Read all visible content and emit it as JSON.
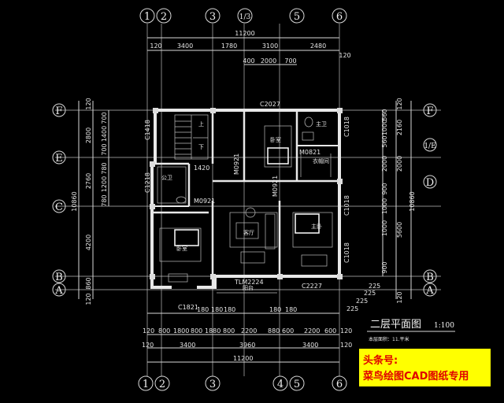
{
  "drawing": {
    "title": "二层平面图",
    "scale": "1:100",
    "note": "本层面积：11.平米"
  },
  "axes": {
    "top": [
      "1",
      "2",
      "3",
      "1/3",
      "5",
      "6"
    ],
    "bottom": [
      "1",
      "2",
      "3",
      "4",
      "5",
      "6"
    ],
    "left": [
      "F",
      "E",
      "C",
      "B",
      "A"
    ],
    "right": [
      "F",
      "1/E",
      "D",
      "B",
      "A"
    ]
  },
  "dims_top": {
    "total": "11200",
    "row1": [
      "120",
      "3400",
      "1780",
      "3100",
      "2480",
      "120"
    ],
    "row2": [
      "400",
      "2000",
      "700"
    ]
  },
  "dims_bottom": {
    "row1": [
      "120",
      "800",
      "1800",
      "800",
      "1880",
      "800",
      "2200",
      "880",
      "600",
      "2200",
      "600",
      "120"
    ],
    "row1b": [
      "180",
      "180",
      "180",
      "180",
      "180"
    ],
    "row2": [
      "120",
      "3400",
      "3960",
      "3400",
      "120"
    ],
    "total": "11200",
    "small": [
      "225",
      "225",
      "225",
      "225"
    ]
  },
  "dims_left": {
    "outer": [
      "120",
      "2800",
      "2760",
      "4200",
      "860",
      "120"
    ],
    "inner": [
      "700",
      "1400",
      "700",
      "780",
      "1200",
      "780"
    ],
    "total": "10860"
  },
  "dims_right": {
    "outer": [
      "120",
      "2160",
      "2000",
      "5600",
      "120"
    ],
    "inner": [
      "560",
      "1000",
      "560",
      "2000",
      "900",
      "1000",
      "1000",
      "900"
    ],
    "total": "10860"
  },
  "labels": {
    "windows": [
      "C2027",
      "C1418",
      "C1218",
      "C1018",
      "C1018",
      "C1018",
      "C1821",
      "C2227"
    ],
    "doors": [
      "M0921",
      "M0921",
      "M0921",
      "M0821",
      "TLM2224"
    ],
    "rooms": [
      "卧室",
      "主卫",
      "衣帽间",
      "公卫",
      "客厅",
      "卧室",
      "主卧",
      "阳台"
    ],
    "stair": [
      "上",
      "下"
    ],
    "misc": [
      "1420"
    ]
  },
  "banner": {
    "line1": "头条号:",
    "line2": "菜鸟绘图CAD图纸专用",
    "bg": "#ffff00",
    "fg": "#e00000"
  }
}
